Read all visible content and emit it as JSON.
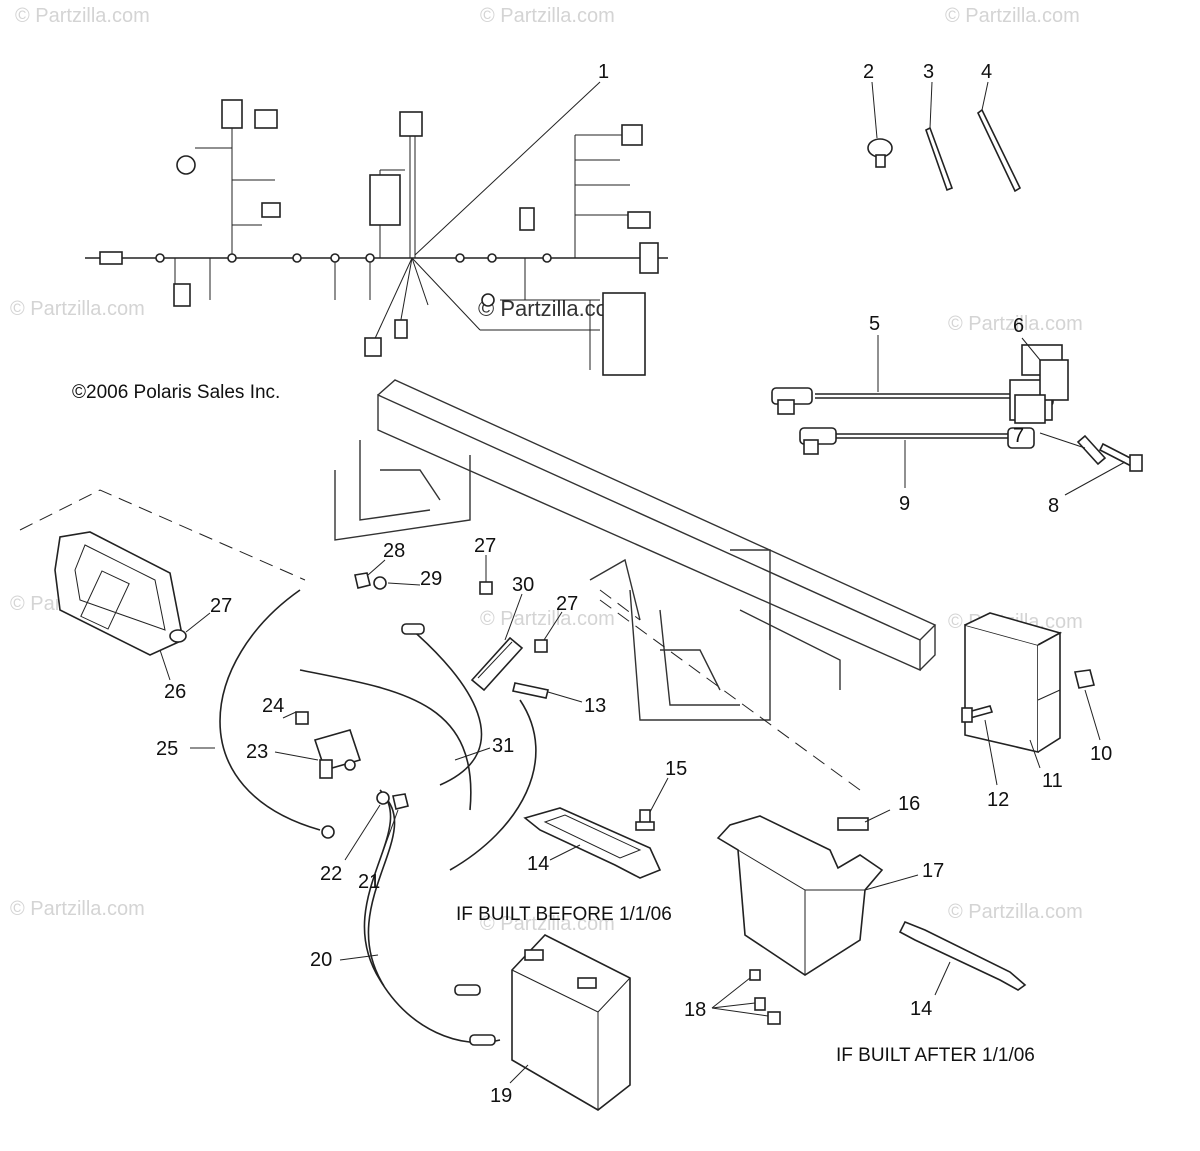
{
  "copyright": "©2006 Polaris Sales Inc.",
  "watermark": "© Partzilla.com",
  "watermark_center": "© Partzilla.com",
  "notes": {
    "before": "IF BUILT BEFORE 1/1/06",
    "after": "IF BUILT AFTER 1/1/06"
  },
  "callouts": {
    "c1": "1",
    "c2": "2",
    "c3": "3",
    "c4": "4",
    "c5": "5",
    "c6": "6",
    "c7": "7",
    "c8": "8",
    "c9": "9",
    "c10": "10",
    "c11": "11",
    "c12": "12",
    "c13": "13",
    "c14a": "14",
    "c14b": "14",
    "c15": "15",
    "c16": "16",
    "c17": "17",
    "c18": "18",
    "c19": "19",
    "c20": "20",
    "c21": "21",
    "c22": "22",
    "c23": "23",
    "c24": "24",
    "c25": "25",
    "c26": "26",
    "c27a": "27",
    "c27b": "27",
    "c27c": "27",
    "c28": "28",
    "c29": "29",
    "c30": "30",
    "c31": "31"
  },
  "colors": {
    "line": "#222222",
    "watermark": "#d4d4d4"
  }
}
